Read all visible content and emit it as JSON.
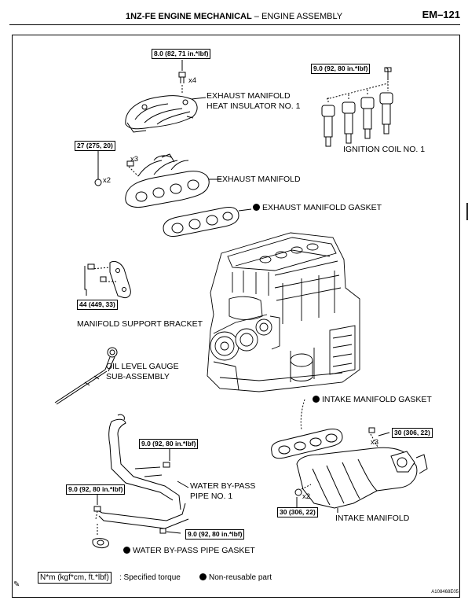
{
  "header": {
    "title_bold": "1NZ-FE ENGINE MECHANICAL",
    "title_sep": "–",
    "title_rest": "ENGINE ASSEMBLY",
    "page": "EM–121"
  },
  "labels": {
    "insulator_1": "EXHAUST MANIFOLD",
    "insulator_2": "HEAT INSULATOR NO. 1",
    "ignition_coil": "IGNITION COIL NO. 1",
    "exhaust_manifold": "EXHAUST MANIFOLD",
    "exhaust_gasket": "EXHAUST  MANIFOLD  GASKET",
    "support_bracket": "MANIFOLD SUPPORT BRACKET",
    "oil_gauge_1": "OIL LEVEL GAUGE",
    "oil_gauge_2": "SUB-ASSEMBLY",
    "intake_gasket": "INTAKE MANIFOLD GASKET",
    "bypass_pipe_1": "WATER BY-PASS",
    "bypass_pipe_2": "PIPE NO. 1",
    "intake_manifold": "INTAKE MANIFOLD",
    "bypass_gasket": "WATER BY-PASS PIPE GASKET"
  },
  "torques": {
    "insulator": "8.0 (82, 71 in.*lbf)",
    "coil": "9.0 (92, 80 in.*lbf)",
    "exhaust": "27 (275, 20)",
    "bracket": "44 (449, 33)",
    "pipe_top": "9.0 (92, 80 in.*lbf)",
    "pipe_left": "9.0 (92, 80 in.*lbf)",
    "pipe_bottom": "9.0 (92, 80 in.*lbf)",
    "intake_top": "30 (306, 22)",
    "intake_bottom": "30 (306, 22)"
  },
  "multipliers": {
    "insulator": "x4",
    "exhaust_bolt": "x3",
    "exhaust_nut": "x2",
    "intake_top": "x3",
    "intake_bottom": "x2"
  },
  "legend": {
    "unit": "N*m (kgf*cm, ft.*lbf)",
    "unit_desc": ": Specified torque",
    "nonreusable": "Non-reusable part"
  },
  "figure_id": "A108468E05"
}
